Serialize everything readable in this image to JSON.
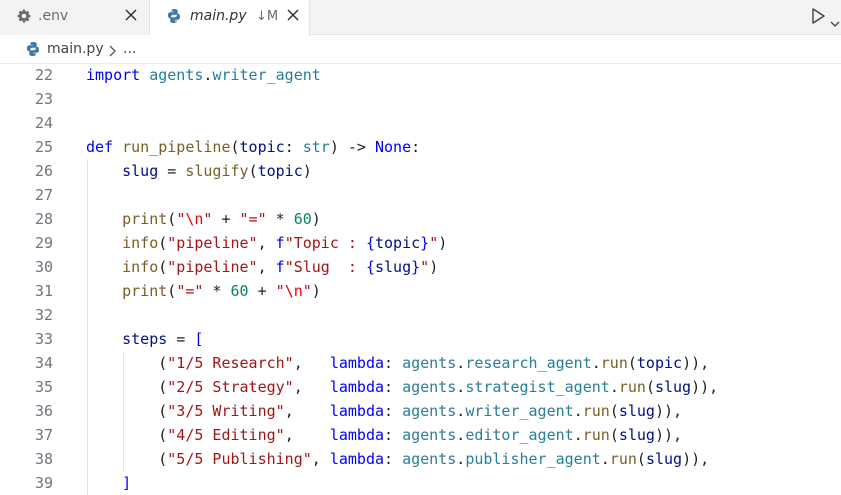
{
  "tabs": [
    {
      "label": ".env",
      "icon": "gear-icon",
      "active": false
    },
    {
      "label": "main.py",
      "icon": "python-icon",
      "status": "↓M",
      "active": true
    }
  ],
  "breadcrumb": {
    "file": "main.py",
    "more": "..."
  },
  "colors": {
    "keyword": "#0000ff",
    "function": "#795e26",
    "parameter": "#001080",
    "type": "#267f99",
    "string": "#a31515",
    "number": "#098658",
    "line_number": "#6e7681"
  },
  "lines": [
    {
      "n": "22",
      "tokens": [
        [
          "kw",
          "import"
        ],
        [
          "pl",
          " "
        ],
        [
          "mod-c",
          "agents"
        ],
        [
          "pl",
          "."
        ],
        [
          "mod-c",
          "writer_agent"
        ]
      ]
    },
    {
      "n": "23",
      "tokens": []
    },
    {
      "n": "24",
      "tokens": []
    },
    {
      "n": "25",
      "tokens": [
        [
          "kw",
          "def"
        ],
        [
          "pl",
          " "
        ],
        [
          "fn",
          "run_pipeline"
        ],
        [
          "pl",
          "("
        ],
        [
          "prm",
          "topic"
        ],
        [
          "pl",
          ": "
        ],
        [
          "ty",
          "str"
        ],
        [
          "pl",
          ") -> "
        ],
        [
          "cst",
          "None"
        ],
        [
          "pl",
          ":"
        ]
      ]
    },
    {
      "n": "26",
      "tokens": [
        [
          "pl",
          "    "
        ],
        [
          "prm",
          "slug"
        ],
        [
          "pl",
          " = "
        ],
        [
          "fn",
          "slugify"
        ],
        [
          "pl",
          "("
        ],
        [
          "prm",
          "topic"
        ],
        [
          "pl",
          ")"
        ]
      ]
    },
    {
      "n": "27",
      "tokens": []
    },
    {
      "n": "28",
      "tokens": [
        [
          "pl",
          "    "
        ],
        [
          "bi",
          "print"
        ],
        [
          "pl",
          "("
        ],
        [
          "st",
          "\""
        ],
        [
          "esc",
          "\\n"
        ],
        [
          "st",
          "\""
        ],
        [
          "pl",
          " + "
        ],
        [
          "st",
          "\"=\""
        ],
        [
          "pl",
          " * "
        ],
        [
          "nm",
          "60"
        ],
        [
          "pl",
          ")"
        ]
      ]
    },
    {
      "n": "29",
      "tokens": [
        [
          "pl",
          "    "
        ],
        [
          "fn",
          "info"
        ],
        [
          "pl",
          "("
        ],
        [
          "st",
          "\"pipeline\""
        ],
        [
          "pl",
          ", "
        ],
        [
          "kw",
          "f"
        ],
        [
          "st",
          "\"Topic : "
        ],
        [
          "cst",
          "{"
        ],
        [
          "prm",
          "topic"
        ],
        [
          "cst",
          "}"
        ],
        [
          "st",
          "\""
        ],
        [
          "pl",
          ")"
        ]
      ]
    },
    {
      "n": "30",
      "tokens": [
        [
          "pl",
          "    "
        ],
        [
          "fn",
          "info"
        ],
        [
          "pl",
          "("
        ],
        [
          "st",
          "\"pipeline\""
        ],
        [
          "pl",
          ", "
        ],
        [
          "kw",
          "f"
        ],
        [
          "st",
          "\"Slug  : "
        ],
        [
          "cst",
          "{"
        ],
        [
          "prm",
          "slug"
        ],
        [
          "cst",
          "}"
        ],
        [
          "st",
          "\""
        ],
        [
          "pl",
          ")"
        ]
      ]
    },
    {
      "n": "31",
      "tokens": [
        [
          "pl",
          "    "
        ],
        [
          "bi",
          "print"
        ],
        [
          "pl",
          "("
        ],
        [
          "st",
          "\"=\""
        ],
        [
          "pl",
          " * "
        ],
        [
          "nm",
          "60"
        ],
        [
          "pl",
          " + "
        ],
        [
          "st",
          "\""
        ],
        [
          "esc",
          "\\n"
        ],
        [
          "st",
          "\""
        ],
        [
          "pl",
          ")"
        ]
      ]
    },
    {
      "n": "32",
      "tokens": []
    },
    {
      "n": "33",
      "tokens": [
        [
          "pl",
          "    "
        ],
        [
          "prm",
          "steps"
        ],
        [
          "pl",
          " = "
        ],
        [
          "kw",
          "["
        ]
      ]
    },
    {
      "n": "34",
      "tokens": [
        [
          "pl",
          "        ("
        ],
        [
          "st",
          "\"1/5 Research\""
        ],
        [
          "pl",
          ",   "
        ],
        [
          "kw",
          "lambda"
        ],
        [
          "pl",
          ": "
        ],
        [
          "mod-c",
          "agents"
        ],
        [
          "pl",
          "."
        ],
        [
          "mod-c",
          "research_agent"
        ],
        [
          "pl",
          "."
        ],
        [
          "fn",
          "run"
        ],
        [
          "pl",
          "("
        ],
        [
          "prm",
          "topic"
        ],
        [
          "pl",
          ")),"
        ]
      ]
    },
    {
      "n": "35",
      "tokens": [
        [
          "pl",
          "        ("
        ],
        [
          "st",
          "\"2/5 Strategy\""
        ],
        [
          "pl",
          ",   "
        ],
        [
          "kw",
          "lambda"
        ],
        [
          "pl",
          ": "
        ],
        [
          "mod-c",
          "agents"
        ],
        [
          "pl",
          "."
        ],
        [
          "mod-c",
          "strategist_agent"
        ],
        [
          "pl",
          "."
        ],
        [
          "fn",
          "run"
        ],
        [
          "pl",
          "("
        ],
        [
          "prm",
          "slug"
        ],
        [
          "pl",
          ")),"
        ]
      ]
    },
    {
      "n": "36",
      "tokens": [
        [
          "pl",
          "        ("
        ],
        [
          "st",
          "\"3/5 Writing\""
        ],
        [
          "pl",
          ",    "
        ],
        [
          "kw",
          "lambda"
        ],
        [
          "pl",
          ": "
        ],
        [
          "mod-c",
          "agents"
        ],
        [
          "pl",
          "."
        ],
        [
          "mod-c",
          "writer_agent"
        ],
        [
          "pl",
          "."
        ],
        [
          "fn",
          "run"
        ],
        [
          "pl",
          "("
        ],
        [
          "prm",
          "slug"
        ],
        [
          "pl",
          ")),"
        ]
      ]
    },
    {
      "n": "37",
      "tokens": [
        [
          "pl",
          "        ("
        ],
        [
          "st",
          "\"4/5 Editing\""
        ],
        [
          "pl",
          ",    "
        ],
        [
          "kw",
          "lambda"
        ],
        [
          "pl",
          ": "
        ],
        [
          "mod-c",
          "agents"
        ],
        [
          "pl",
          "."
        ],
        [
          "mod-c",
          "editor_agent"
        ],
        [
          "pl",
          "."
        ],
        [
          "fn",
          "run"
        ],
        [
          "pl",
          "("
        ],
        [
          "prm",
          "slug"
        ],
        [
          "pl",
          ")),"
        ]
      ]
    },
    {
      "n": "38",
      "tokens": [
        [
          "pl",
          "        ("
        ],
        [
          "st",
          "\"5/5 Publishing\""
        ],
        [
          "pl",
          ", "
        ],
        [
          "kw",
          "lambda"
        ],
        [
          "pl",
          ": "
        ],
        [
          "mod-c",
          "agents"
        ],
        [
          "pl",
          "."
        ],
        [
          "mod-c",
          "publisher_agent"
        ],
        [
          "pl",
          "."
        ],
        [
          "fn",
          "run"
        ],
        [
          "pl",
          "("
        ],
        [
          "prm",
          "slug"
        ],
        [
          "pl",
          ")),"
        ]
      ]
    },
    {
      "n": "39",
      "tokens": [
        [
          "pl",
          "    "
        ],
        [
          "kw",
          "]"
        ]
      ]
    }
  ]
}
